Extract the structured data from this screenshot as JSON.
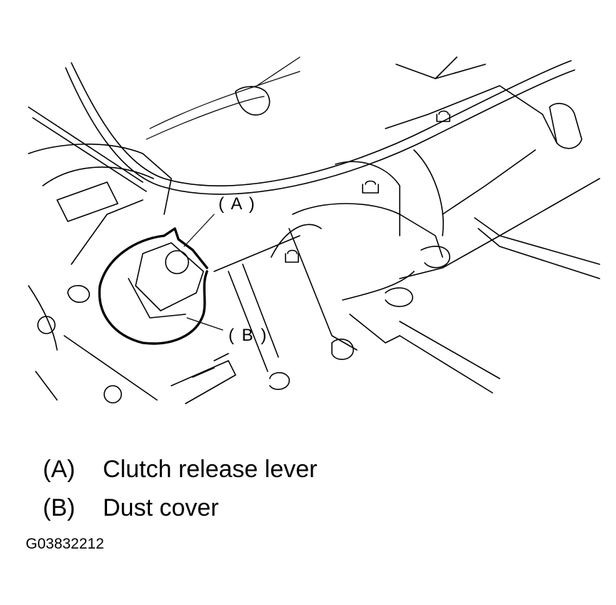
{
  "callouts": {
    "a": "( A )",
    "b": "( B )"
  },
  "legend": [
    {
      "key": "(A)",
      "text": "Clutch release lever"
    },
    {
      "key": "(B)",
      "text": "Dust cover"
    }
  ],
  "figure_id": "G03832212"
}
